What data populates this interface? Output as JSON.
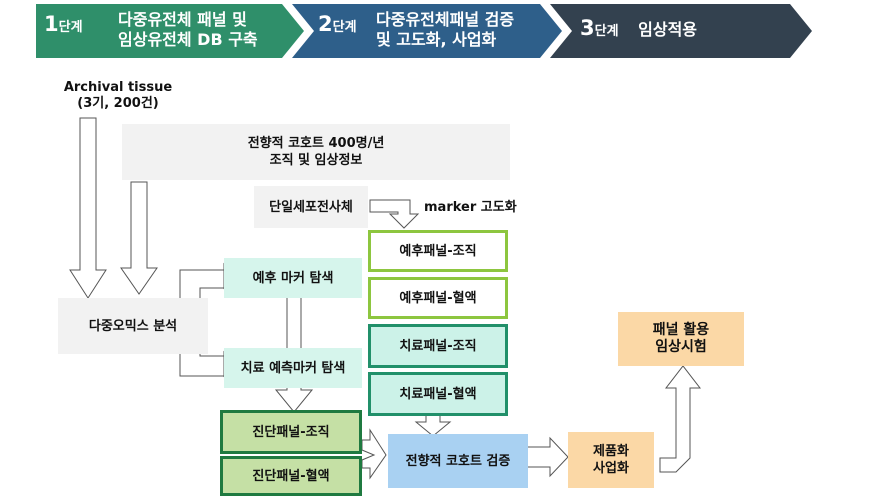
{
  "stages": [
    {
      "num": "1",
      "unit": "단계",
      "line1": "다중유전체 패널 및",
      "line2": "임상유전체 DB 구축",
      "color": "#2f8f6a"
    },
    {
      "num": "2",
      "unit": "단계",
      "line1": "다중유전체패널 검증",
      "line2": "및 고도화, 사업화",
      "color": "#2e5f8a"
    },
    {
      "num": "3",
      "unit": "단계",
      "line1": "임상적용",
      "line2": "",
      "color": "#33414f"
    }
  ],
  "nodes": {
    "archival_line1": "Archival tissue",
    "archival_line2": "(3기, 200건)",
    "cohort_line1": "전향적 코호트 400명/년",
    "cohort_line2": "조직 및 임상정보",
    "single_cell": "단일세포전사체",
    "marker_label": "marker 고도화",
    "multiomics": "다중오믹스 분석",
    "prog_marker": "예후 마커 탐색",
    "treat_marker": "치료 예측마커 탐색",
    "prog_tissue": "예후패널-조직",
    "prog_blood": "예후패널-혈액",
    "treat_tissue": "치료패널-조직",
    "treat_blood": "치료패널-혈액",
    "dx_tissue": "진단패널-조직",
    "dx_blood": "진단패널-혈액",
    "prospective": "전향적 코호트 검증",
    "product_line1": "제품화",
    "product_line2": "사업화",
    "clinical_line1": "패널 활용",
    "clinical_line2": "임상시험"
  }
}
